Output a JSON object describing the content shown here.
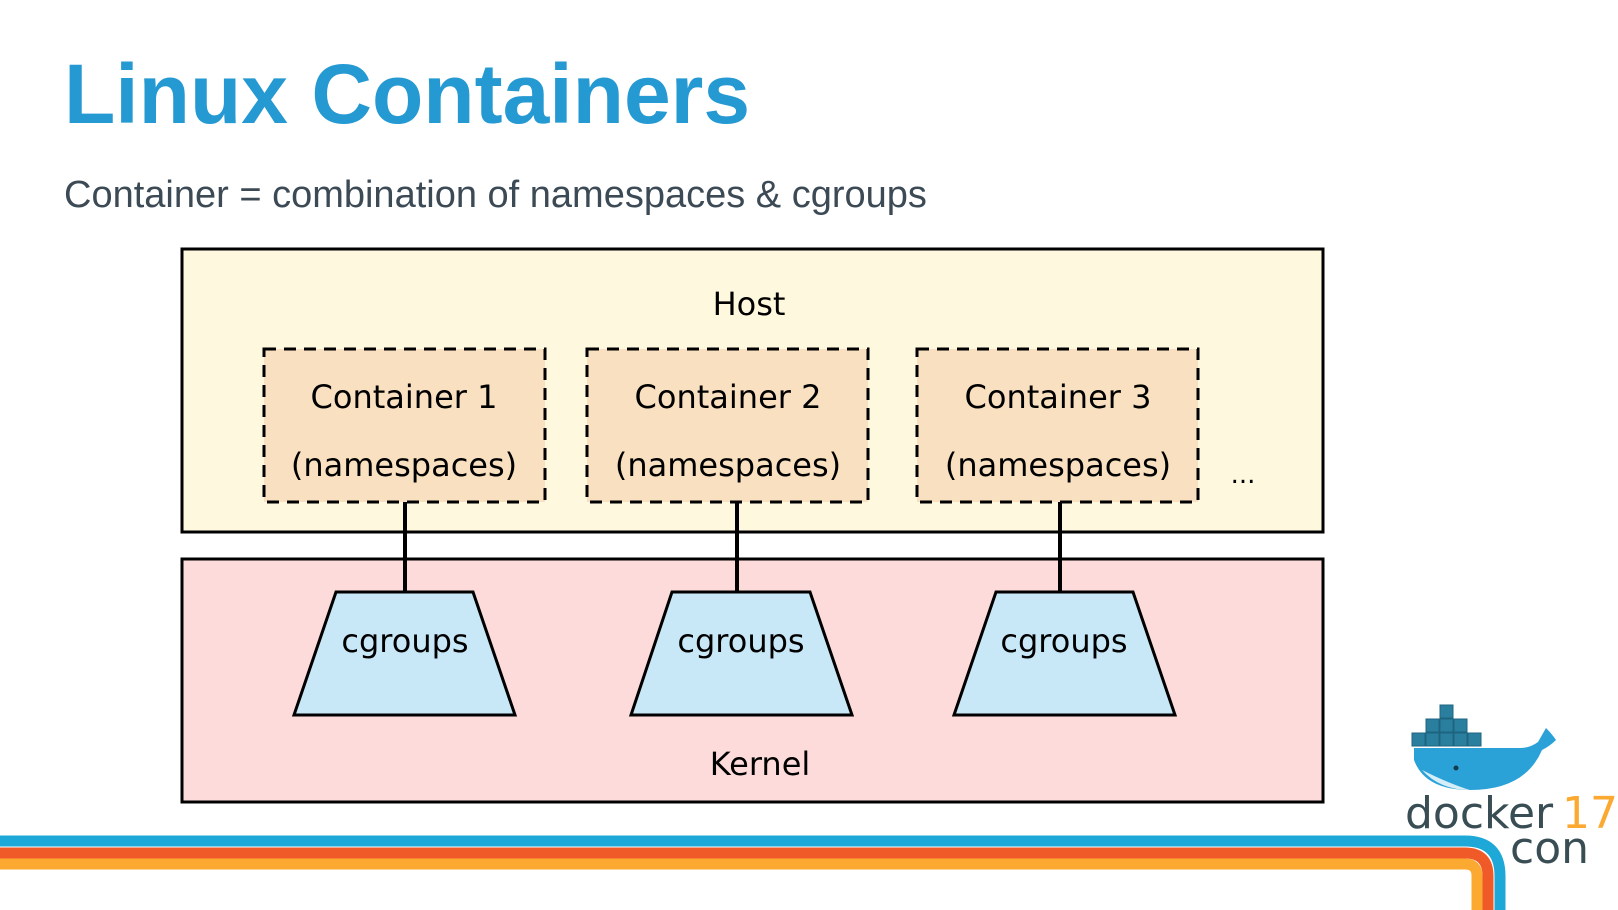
{
  "slide": {
    "title": "Linux Containers",
    "subtitle": "Container = combination of namespaces & cgroups"
  },
  "diagram": {
    "host_label": "Host",
    "kernel_label": "Kernel",
    "ellipsis": "...",
    "containers": [
      {
        "name": "Container 1",
        "sub": "(namespaces)"
      },
      {
        "name": "Container 2",
        "sub": "(namespaces)"
      },
      {
        "name": "Container 3",
        "sub": "(namespaces)"
      }
    ],
    "cgroups": [
      {
        "label": "cgroups"
      },
      {
        "label": "cgroups"
      },
      {
        "label": "cgroups"
      }
    ],
    "colors": {
      "host_fill": "#fef9de",
      "container_fill": "#f8e0c0",
      "kernel_fill": "#fddbdb",
      "cgroups_fill": "#c8e8f8"
    }
  },
  "branding": {
    "logo_word": "docker",
    "logo_year": "17",
    "logo_con": "con",
    "stripe_colors": [
      "#1ea8d8",
      "#f05a28",
      "#fba931"
    ],
    "title_color": "#2599d2"
  }
}
